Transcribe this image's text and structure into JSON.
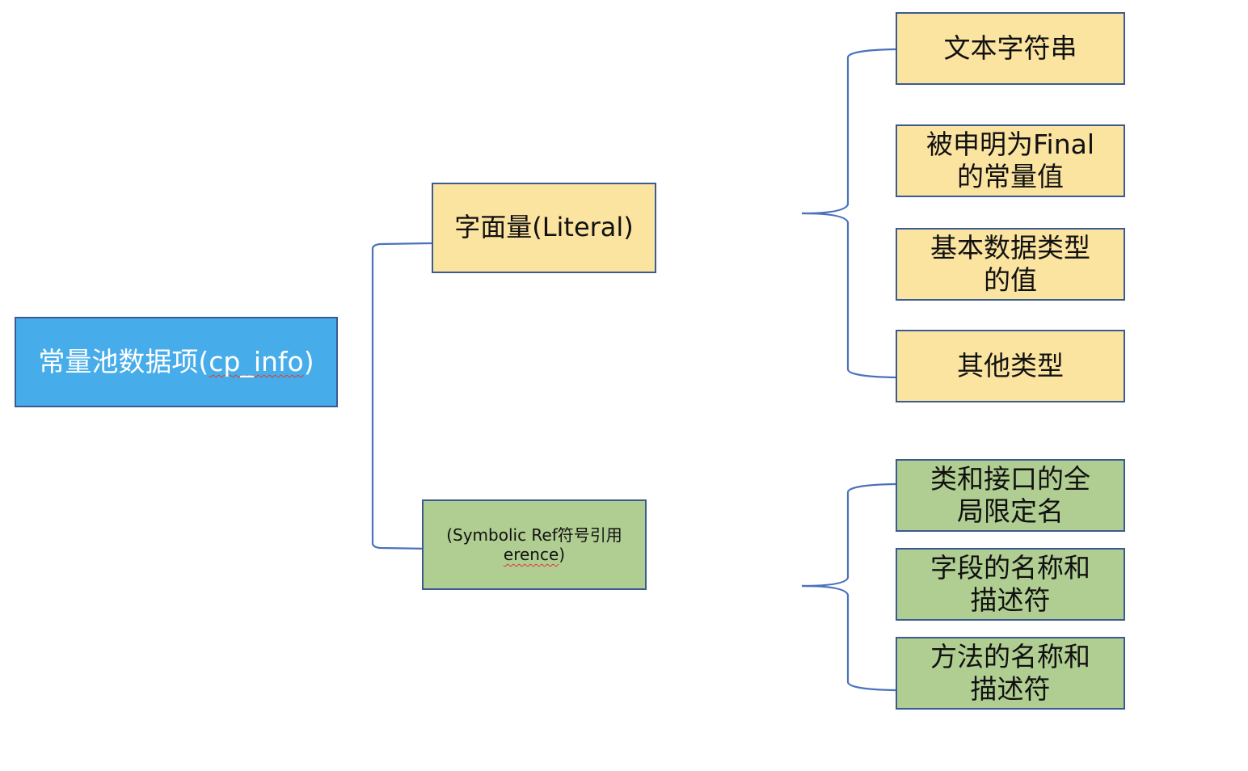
{
  "diagram": {
    "root": {
      "label_prefix": "常量池数据项(",
      "label_term": "cp_info",
      "label_suffix": ")",
      "color": "#47adea"
    },
    "branches": [
      {
        "id": "literal",
        "label": "字面量(Literal)",
        "color": "#fbe4a0",
        "children": [
          {
            "lines": [
              "文本字符串"
            ]
          },
          {
            "lines": [
              "被申明为Final",
              "的常量值"
            ]
          },
          {
            "lines": [
              "基本数据类型",
              "的值"
            ]
          },
          {
            "lines": [
              "其他类型"
            ]
          }
        ]
      },
      {
        "id": "symbolic",
        "label_line1": "(Symbolic Ref符号引用",
        "label_line2_term": "erence",
        "label_line2_suffix": ")",
        "color": "#b0cd92",
        "children": [
          {
            "lines": [
              "类和接口的全",
              "局限定名"
            ]
          },
          {
            "lines": [
              "字段的名称和",
              "描述符"
            ]
          },
          {
            "lines": [
              "方法的名称和",
              "描述符"
            ]
          }
        ]
      }
    ],
    "connector_color": "#4a72bd",
    "border_color": "#3c5a92"
  }
}
